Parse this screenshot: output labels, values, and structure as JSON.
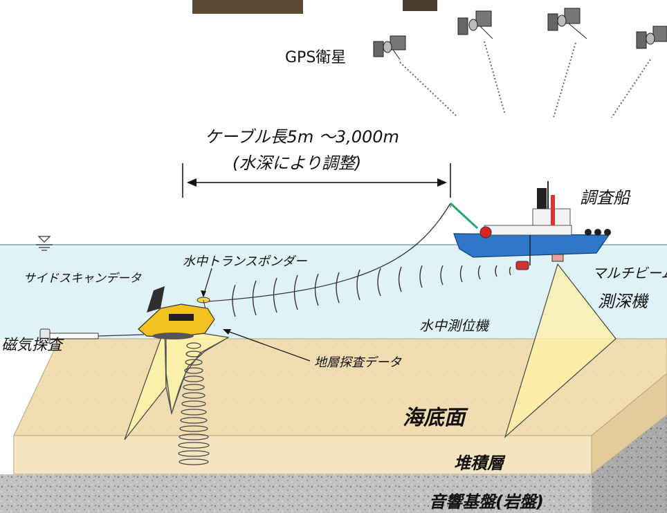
{
  "labels": {
    "gps": "GPS衛星",
    "cable_length": "ケーブル長5m 〜3,000m",
    "cable_adjust": "(水深により調整)",
    "survey_ship": "調査船",
    "transponder": "水中トランスポンダー",
    "sidescan": "サイドスキャンデータ",
    "magnetic": "磁気探査",
    "underwater_positioning": "水中測位機",
    "multibeam_1": "マルチビーム",
    "multibeam_2": "測深機",
    "subbottom": "地層探査データ",
    "seafloor": "海底面",
    "sediment": "堆積層",
    "bedrock": "音響基盤(岩盤)"
  },
  "colors": {
    "water": "#dff3f7",
    "sand": "#f1dfb6",
    "sand_side": "#e0c898",
    "rock": "#b9b9b9",
    "beam": "#fdf3a8",
    "hull": "#2f78c8"
  },
  "icons": [
    "satellite-icon",
    "water-surface-symbol-icon",
    "towfish-icon",
    "magnetometer-icon",
    "ship-icon",
    "transponder-icon"
  ]
}
